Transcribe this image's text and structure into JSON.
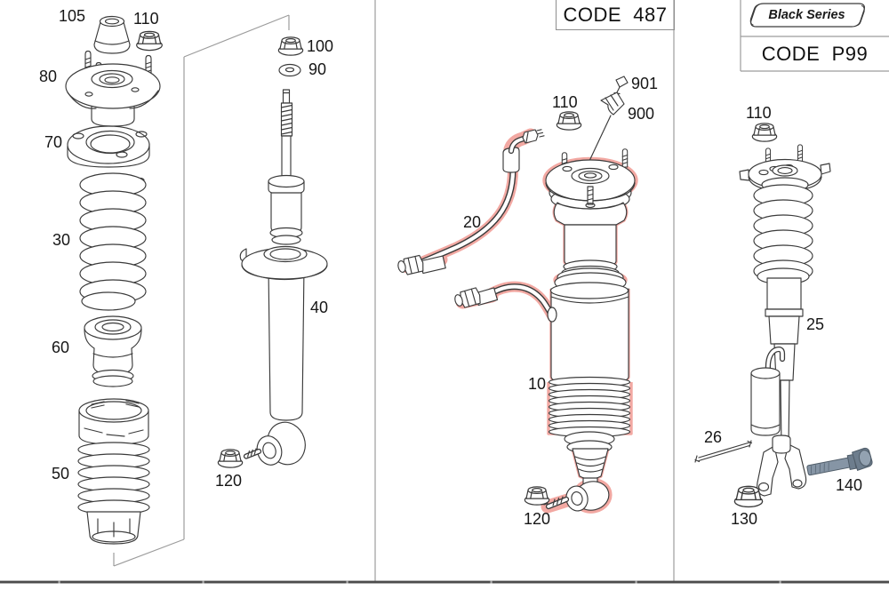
{
  "codes": {
    "left_box": "CODE  487",
    "badge": "Black Series",
    "right_box": "CODE  P99"
  },
  "labels": {
    "left": [
      "105",
      "110",
      "80",
      "70",
      "30",
      "60",
      "50"
    ],
    "column2": [
      "100",
      "90",
      "40",
      "120"
    ],
    "middle": [
      "110",
      "901",
      "900",
      "20",
      "10",
      "120"
    ],
    "right": [
      "110",
      "25",
      "26",
      "140",
      "130"
    ]
  },
  "colors": {
    "highlight": "#f2a8a2",
    "line": "#3a3a3a",
    "divider": "#9c9c9c",
    "footer_bar": "#4c4c4c",
    "bolt_steel": "#8695a5"
  }
}
